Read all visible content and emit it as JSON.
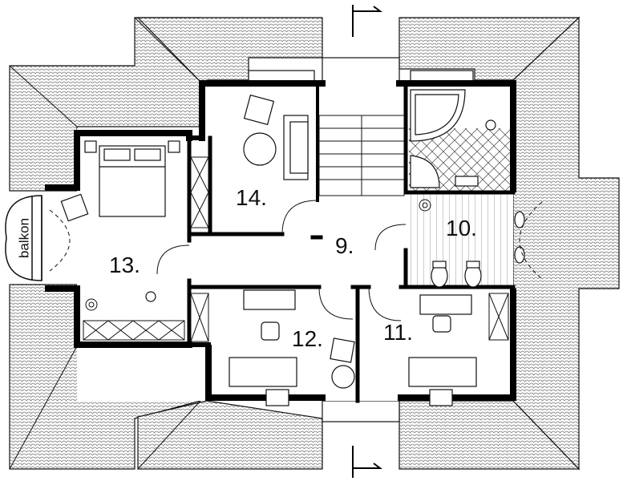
{
  "labels": {
    "balcony": "balkon",
    "room_9": "9.",
    "room_10": "10.",
    "room_11": "11.",
    "room_12": "12.",
    "room_13": "13.",
    "room_14": "14."
  },
  "colors": {
    "wall": "#000000",
    "roof_tile": "#7a7a7a",
    "line": "#111111",
    "floor": "#ffffff"
  },
  "icons": {
    "section_marker": "section-arrow-icon",
    "plant": "plant-icon",
    "bed": "bed-icon",
    "armchair": "armchair-icon",
    "bathtub": "bathtub-icon",
    "toilet": "toilet-icon",
    "sink": "sink-icon",
    "desk": "desk-icon",
    "chair": "chair-icon",
    "sofa": "sofa-icon",
    "stairs": "stairs-icon"
  }
}
